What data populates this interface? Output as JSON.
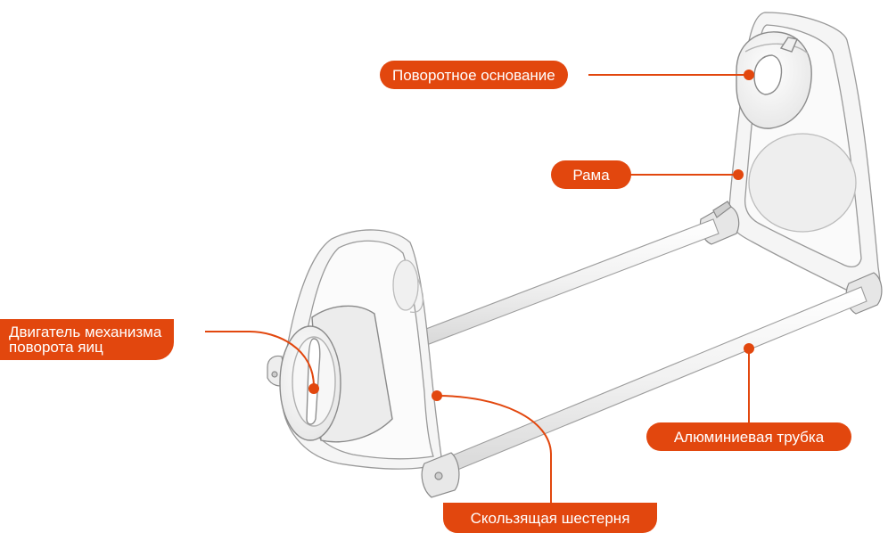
{
  "colors": {
    "accent": "#e2470e",
    "label_text": "#ffffff",
    "part_stroke": "#9a9a9a",
    "part_fill": "#f4f4f4",
    "background": "#ffffff"
  },
  "labels": {
    "rotating_base": "Поворотное основание",
    "frame": "Рама",
    "motor_line1": "Двигатель механизма",
    "motor_line2": "поворота яиц",
    "aluminum_tube": "Алюминиевая трубка",
    "sliding_gear": "Скользящая шестерня"
  }
}
